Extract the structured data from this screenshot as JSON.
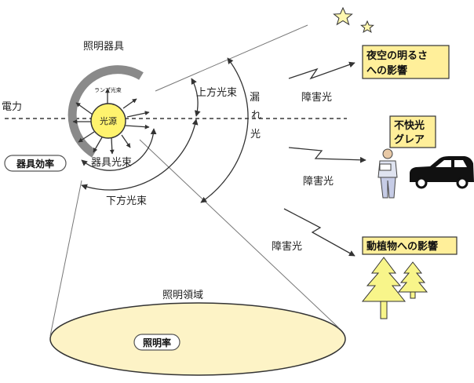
{
  "labels": {
    "fixture": "照明器具",
    "power": "電力",
    "lamp_flux": "ランプ光束",
    "light_source": "光源",
    "fixture_efficiency": "器具効率",
    "fixture_flux": "器具光束",
    "upward_flux": "上方光束",
    "leak_light": [
      "漏",
      "れ",
      "光"
    ],
    "downward_flux": "下方光束",
    "illuminated_area": "照明領域",
    "utilization_factor": "照明率",
    "obtrusive_light": "障害光"
  },
  "effects": {
    "night_sky": [
      "夜空の明るさ",
      "への影響"
    ],
    "discomfort_glare": [
      "不快光",
      "グレア"
    ],
    "flora_fauna": "動植物への影響"
  },
  "colors": {
    "box_fill": "#ffef9a",
    "source_fill": "#fff36e",
    "area_fill": "#fdf3c6",
    "tree_fill": "#f8f58a",
    "reflector": "#8a8a8a"
  }
}
